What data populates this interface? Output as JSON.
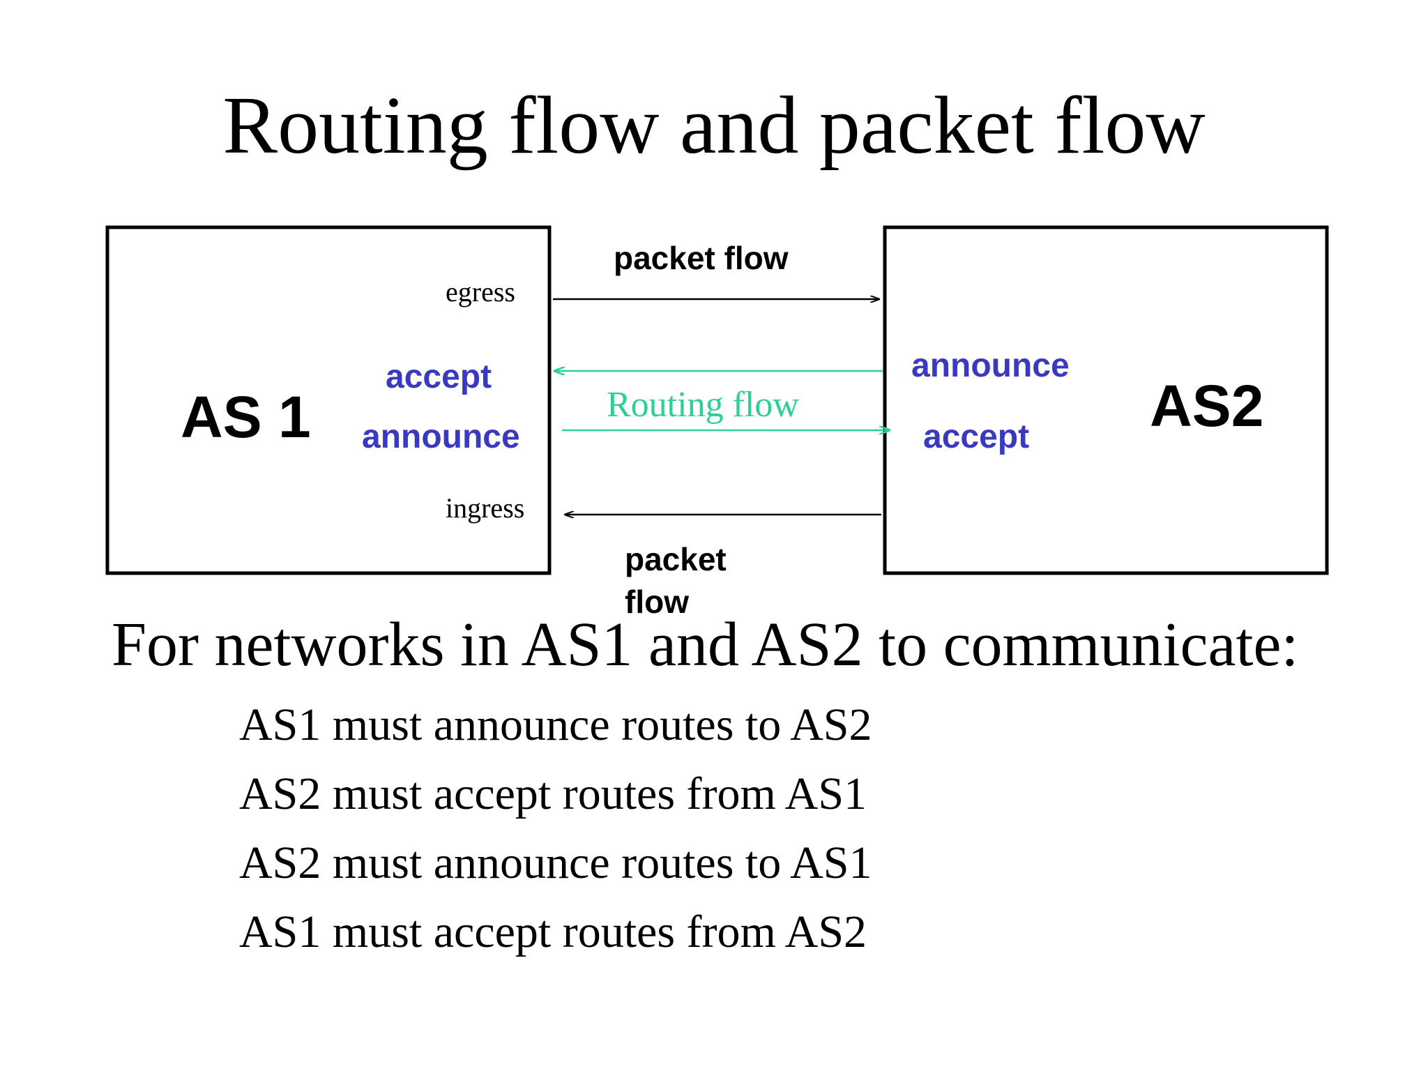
{
  "slide": {
    "title": "Routing flow and packet flow",
    "subtitle": "For networks in AS1 and AS2 to communicate:",
    "requirements": [
      "AS1 must announce routes to AS2",
      "AS2 must accept routes from AS1",
      "AS2 must announce routes to AS1",
      "AS1 must accept routes from AS2"
    ]
  },
  "diagram": {
    "as1": {
      "name": "AS 1",
      "egress": "egress",
      "ingress": "ingress",
      "accept": "accept",
      "announce": "announce"
    },
    "as2": {
      "name": "AS2",
      "announce": "announce",
      "accept": "accept"
    },
    "packet_flow_top": "packet flow",
    "packet_flow_bottom_line1": "packet",
    "packet_flow_bottom_line2": "flow",
    "routing_flow": "Routing flow"
  },
  "colors": {
    "routing_flow": "#2ecf96",
    "policy_blue": "#3a3ac0",
    "arrow_black": "#000000"
  }
}
